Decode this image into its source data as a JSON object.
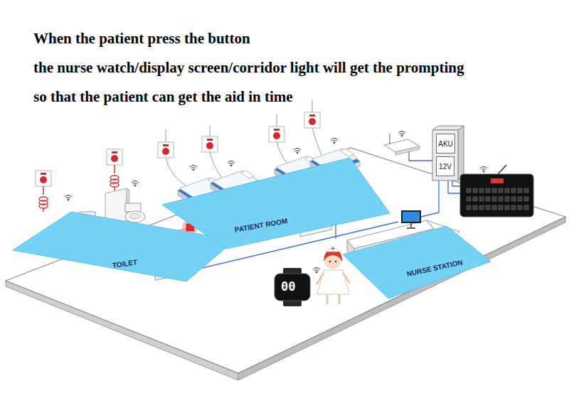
{
  "diagram": {
    "nodes": [
      {
        "text": [
          "TOILET"
        ]
      },
      {
        "text": [
          "PATIENT ROOM"
        ]
      },
      {
        "text": [
          "NURSE STATION"
        ]
      },
      {
        "text": [
          "AKU"
        ]
      },
      {
        "text": [
          "12V"
        ]
      }
    ],
    "labels": [
      "When the patient press the button",
      "the nurse watch/display screen/corridor light will get the prompting",
      "so that the patient can get the aid in time",
      "00"
    ]
  }
}
